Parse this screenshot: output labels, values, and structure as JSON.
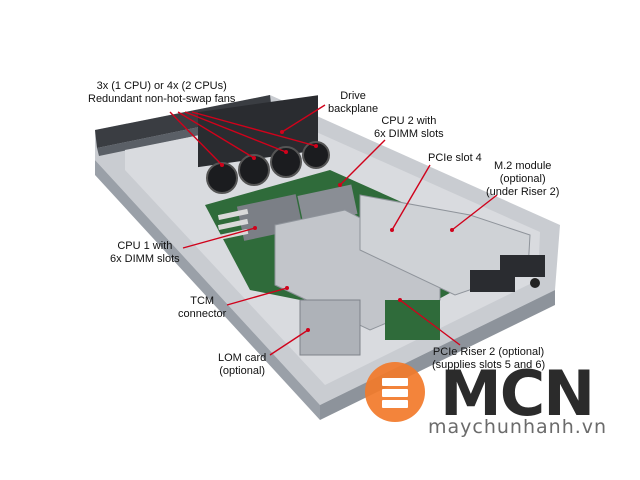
{
  "labels": {
    "fans": [
      "3x (1 CPU) or 4x (2 CPUs)",
      "Redundant non-hot-swap fans"
    ],
    "drive_backplane": [
      "Drive",
      "backplane"
    ],
    "cpu2": [
      "CPU 2 with",
      "6x DIMM slots"
    ],
    "pcie_slot4": [
      "PCIe slot 4"
    ],
    "m2_module": [
      "M.2 module",
      "(optional)",
      "(under Riser 2)"
    ],
    "cpu1": [
      "CPU 1 with",
      "6x DIMM slots"
    ],
    "tcm": [
      "TCM",
      "connector"
    ],
    "lom": [
      "LOM card",
      "(optional)"
    ],
    "riser2": [
      "PCIe Riser 2 (optional)",
      "(supplies slots 5 and 6)"
    ]
  },
  "watermark": {
    "brand": "MCN",
    "url": "maychunhanh.vn",
    "accent_color": "#f27a2a"
  },
  "colors": {
    "callout_line": "#d0021b",
    "chassis": "#b8bcc2",
    "board": "#2f6b3a"
  }
}
